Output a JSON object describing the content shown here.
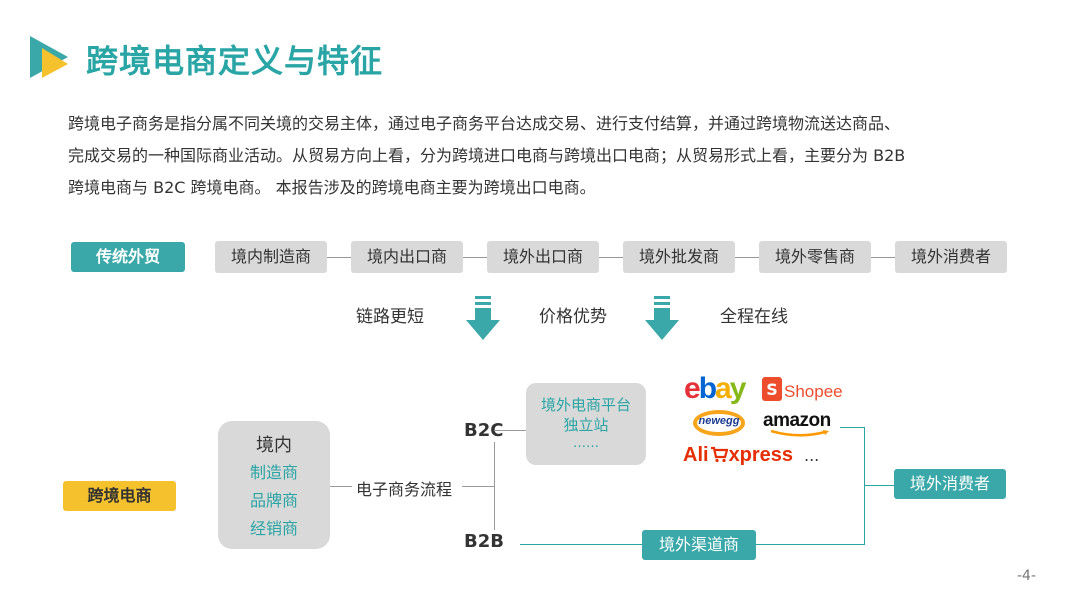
{
  "header": {
    "title": "跨境电商定义与特征",
    "logo_icon": "play-triangle-logo",
    "colors": {
      "teal": "#2aa5a5",
      "yellow": "#f5c22e"
    }
  },
  "intro": {
    "lines": [
      "跨境电子商务是指分属不同关境的交易主体，通过电子商务平台达成交易、进行支付结算，并通过跨境物流送达商品、",
      "完成交易的一种国际商业活动。从贸易方向上看，分为跨境进口电商与跨境出口电商；从贸易形式上看，主要分为 B2B",
      "跨境电商与 B2C 跨境电商。 本报告涉及的跨境电商主要为跨境出口电商。"
    ]
  },
  "traditional": {
    "label": "传统外贸",
    "chain": [
      "境内制造商",
      "境内出口商",
      "境外出口商",
      "境外批发商",
      "境外零售商",
      "境外消费者"
    ]
  },
  "advantages": [
    "链路更短",
    "价格优势",
    "全程在线"
  ],
  "ecommerce": {
    "label": "跨境电商",
    "domestic": {
      "title": "境内",
      "items": [
        "制造商",
        "品牌商",
        "经销商"
      ]
    },
    "process": "电子商务流程",
    "b2c": "B2C",
    "b2b": "B2B",
    "platform": {
      "line1": "境外电商平台",
      "line2": "独立站",
      "line3": "……"
    },
    "logos": {
      "ebay": "ebay",
      "shopee": "Shopee",
      "shopee_bag": "S",
      "newegg": "newegg",
      "amazon": "amazon",
      "aliexpress_ali": "Ali",
      "aliexpress_rest": "xpress",
      "more": "..."
    },
    "channel": "境外渠道商",
    "consumer": "境外消费者"
  },
  "page_number": "-4-"
}
